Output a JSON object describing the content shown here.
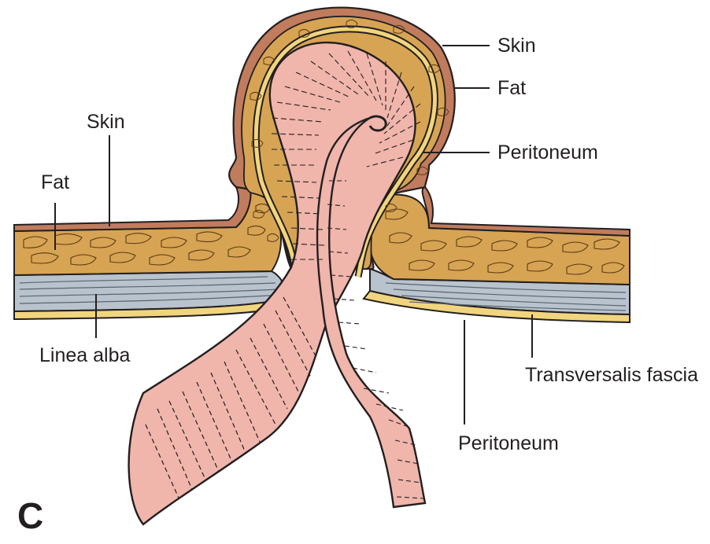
{
  "figure": {
    "panel_letter": "C",
    "colors": {
      "skin": "#c07c5d",
      "fat": "#d7a454",
      "fascia": "#b9c3cd",
      "peritoneum": "#f1d57e",
      "bowel": "#f0b5ab",
      "outline": "#231f20"
    }
  },
  "labels": {
    "left": {
      "skin": "Skin",
      "fat": "Fat",
      "linea_alba": "Linea alba"
    },
    "right": {
      "skin": "Skin",
      "fat": "Fat",
      "peritoneum_sac": "Peritoneum",
      "transversalis_fascia": "Transversalis fascia",
      "peritoneum_lower": "Peritoneum"
    }
  }
}
